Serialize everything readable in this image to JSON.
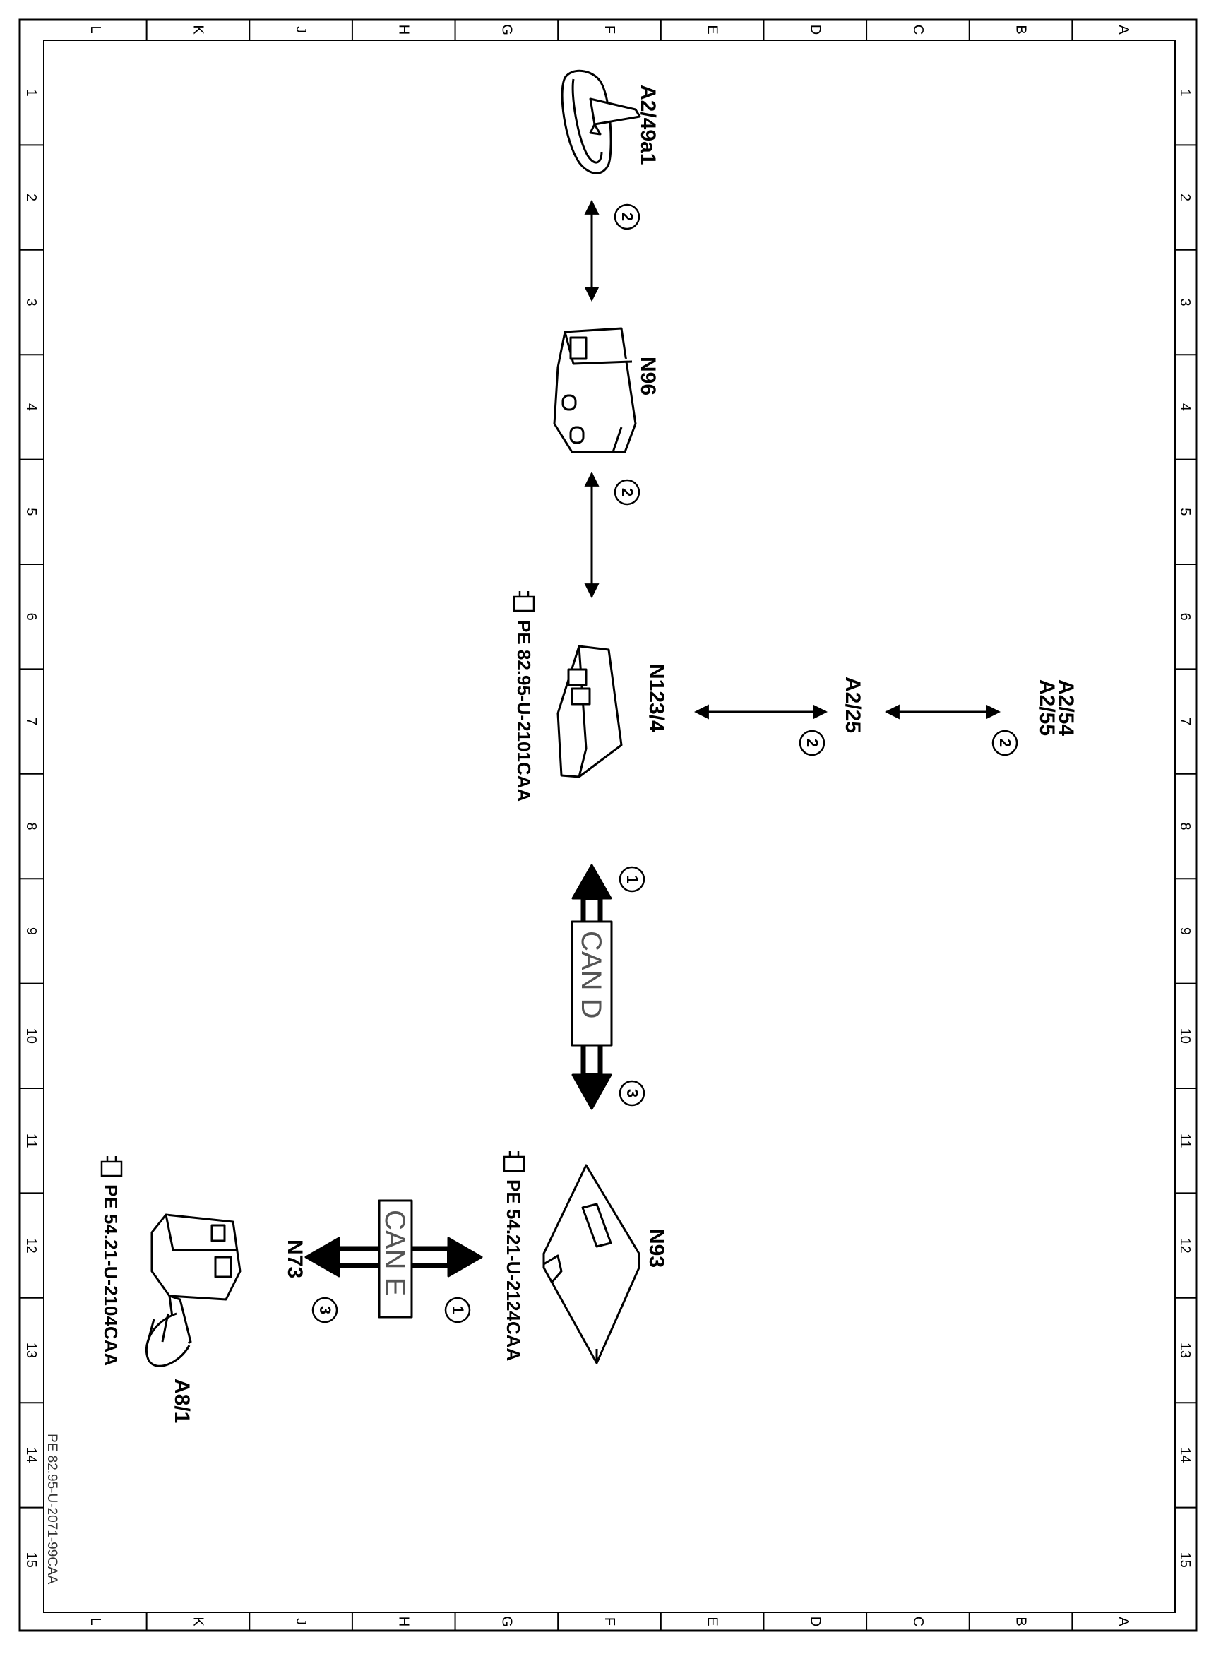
{
  "border": {
    "column_letters": [
      "L",
      "K",
      "J",
      "H",
      "G",
      "F",
      "E",
      "D",
      "C",
      "B",
      "A"
    ],
    "row_numbers": [
      "1",
      "2",
      "3",
      "4",
      "5",
      "6",
      "7",
      "8",
      "9",
      "10",
      "11",
      "12",
      "13",
      "14",
      "15"
    ]
  },
  "components": {
    "a2_49a1": "A2/49a1",
    "n96": "N96",
    "n123_4": "N123/4",
    "a2_25": "A2/25",
    "a2_54": "A2/54",
    "a2_55": "A2/55",
    "n93": "N93",
    "n73": "N73",
    "a8_1": "A8/1"
  },
  "references": {
    "n123_ref": "PE 82.95-U-2101CAA",
    "n93_ref": "PE 54.21-U-2124CAA",
    "a8_ref": "PE 54.21-U-2104CAA",
    "sheet_id": "PE 82.95-U-2071-99CAA"
  },
  "buses": {
    "can_d": "CAN D",
    "can_e": "CAN E"
  },
  "markers": {
    "m2a": "2",
    "m2b": "2",
    "m2c": "2",
    "m2d": "2",
    "m1a": "1",
    "m3a": "3",
    "m1b": "1",
    "m3b": "3"
  },
  "icons": [
    "antenna-icon",
    "control-unit-icon",
    "pointing-hand-icon",
    "key-ignition-icon"
  ]
}
